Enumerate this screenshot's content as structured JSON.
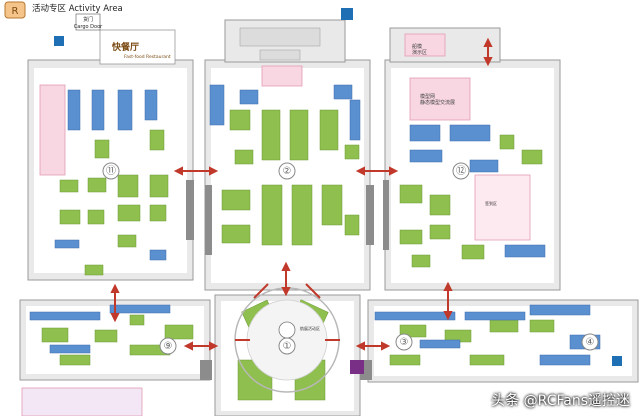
{
  "legend": {
    "icon": "activity-area-icon",
    "label": "活动专区  Activity Area"
  },
  "cargo_door": {
    "title": "货门",
    "subtitle": "Cargo Door"
  },
  "fast_food": {
    "title": "快餐厅",
    "subtitle": "Fast-food Restaurant"
  },
  "halls": [
    {
      "id": "11",
      "label": "⑪"
    },
    {
      "id": "2",
      "label": "②"
    },
    {
      "id": "12",
      "label": "⑫"
    },
    {
      "id": "9",
      "label": "⑨"
    },
    {
      "id": "1",
      "label": "①"
    },
    {
      "id": "3",
      "label": "③"
    },
    {
      "id": "4",
      "label": "④"
    }
  ],
  "areas": {
    "model_exhibit": "模型网\n静态模型交流展",
    "fly_area": "船模\n演示区",
    "registration": "签到区",
    "center_stage": "航展活动区"
  },
  "watermark": "头条 @RCFans遥控迷",
  "colors": {
    "booth_green": "#8fbf4f",
    "booth_blue": "#5a8fd0",
    "background": "#ffffff",
    "wall": "#bdbdbd",
    "accent": "#c0392b"
  }
}
